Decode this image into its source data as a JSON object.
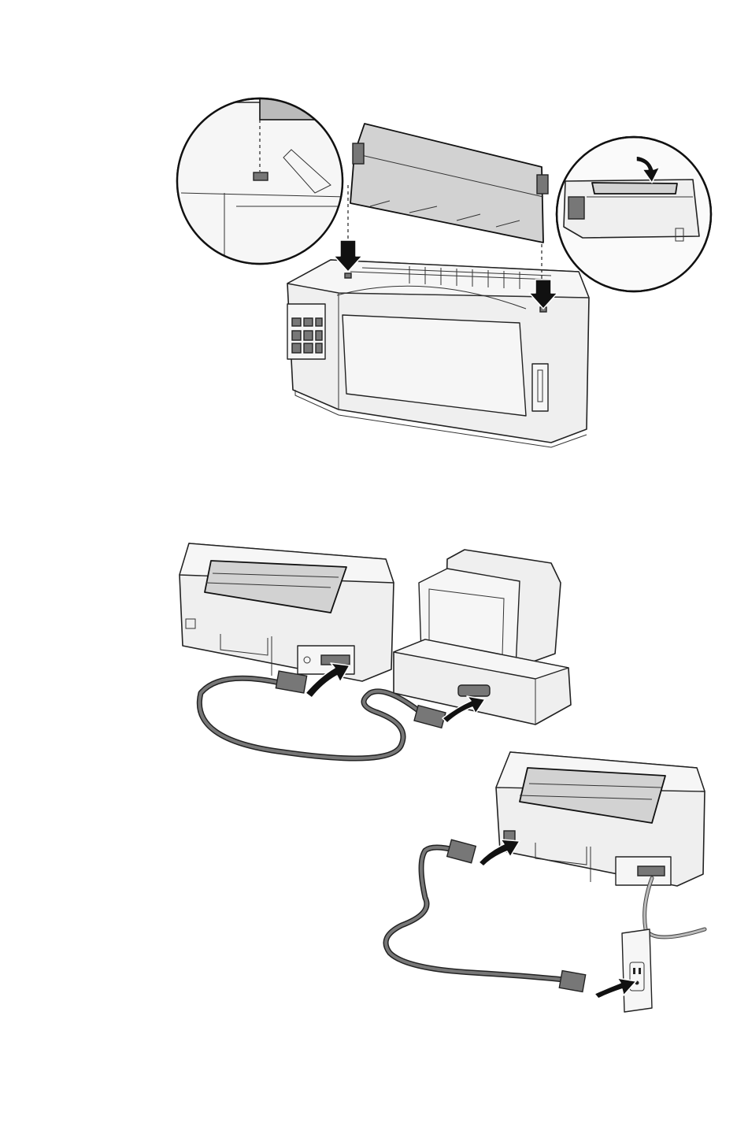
{
  "figures": [
    {
      "id": "install-paper-separator",
      "parts": [
        "printer",
        "paper-separator",
        "inset-detail-peg",
        "inset-printer-overview"
      ]
    },
    {
      "id": "connect-parallel-cable",
      "parts": [
        "printer-rear",
        "parallel-cable",
        "computer",
        "monitor"
      ]
    },
    {
      "id": "connect-power-cord",
      "parts": [
        "printer-rear",
        "power-cord",
        "wall-outlet"
      ]
    }
  ],
  "icons": [
    "down-arrow-icon",
    "curved-arrow-icon",
    "plug-icon",
    "outlet-icon"
  ]
}
